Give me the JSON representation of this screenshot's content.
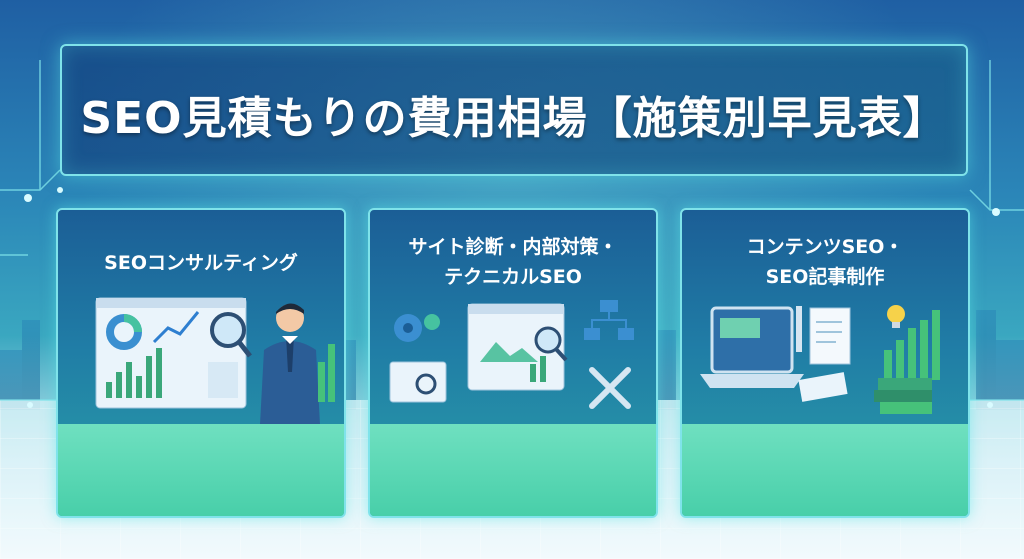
{
  "title": "SEO見積もりの費用相場【施策別早見表】",
  "colors": {
    "frame_border": "#7fe3ea",
    "card_bottom": "#5ad8b5",
    "title_text": "#ffffff"
  },
  "cards": [
    {
      "lines": [
        "SEOコンサルティング"
      ],
      "icons": [
        "analytics-dashboard-icon",
        "magnifier-icon",
        "consultant-person-icon",
        "rising-bar-chart-icon"
      ]
    },
    {
      "lines": [
        "サイト診断・内部対策・",
        "テクニカルSEO"
      ],
      "icons": [
        "gear-icon",
        "website-window-icon",
        "magnifier-icon",
        "sitemap-icon",
        "wrench-screwdriver-icon"
      ]
    },
    {
      "lines": [
        "コンテンツSEO・",
        "SEO記事制作"
      ],
      "icons": [
        "laptop-icon",
        "pen-icon",
        "document-icon",
        "lightbulb-icon",
        "books-icon",
        "bar-chart-icon"
      ]
    }
  ]
}
